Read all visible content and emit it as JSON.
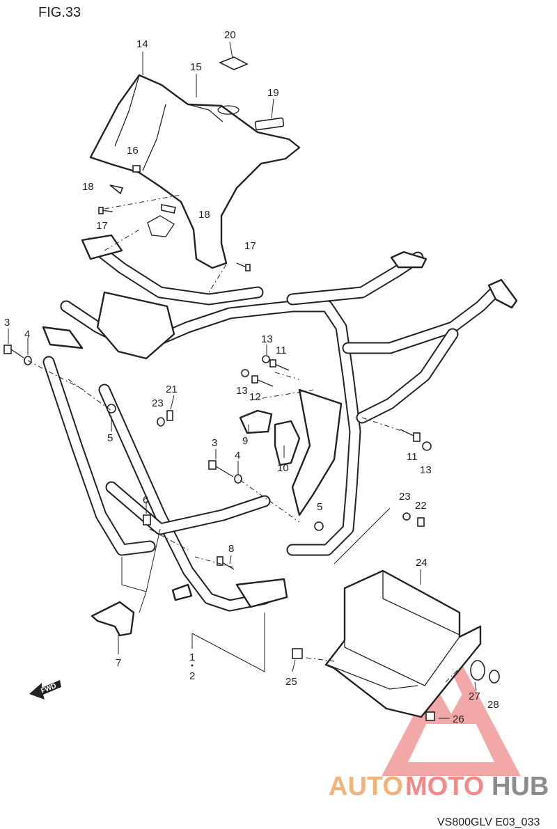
{
  "figure": {
    "title": "FIG.33",
    "code": "VS800GLV E03_033"
  },
  "fwd_arrow": {
    "text": "FWD"
  },
  "watermark": {
    "part1": "AUTO",
    "part2": "MOTO",
    "part3": "HUB",
    "colors": [
      "#f2b37a",
      "#f08b8b",
      "#8c8c8c"
    ]
  },
  "callouts": {
    "c14": "14",
    "c15": "15",
    "c20": "20",
    "c19": "19",
    "c16": "16",
    "c18a": "18",
    "c18b": "18",
    "c17a": "17",
    "c17b": "17",
    "c3a": "3",
    "c4a": "4",
    "c5a": "5",
    "c13a": "13",
    "c11a": "11",
    "c13b": "13",
    "c12": "12",
    "c21": "21",
    "c23a": "23",
    "c9": "9",
    "c10": "10",
    "c3b": "3",
    "c4b": "4",
    "c11b": "11",
    "c13c": "13",
    "c5b": "5",
    "c6": "6",
    "c23b": "23",
    "c22": "22",
    "c8": "8",
    "c24": "24",
    "c7": "7",
    "c1": "1",
    "c2": "2",
    "c25": "25",
    "c27": "27",
    "c28": "28",
    "c26": "26"
  }
}
